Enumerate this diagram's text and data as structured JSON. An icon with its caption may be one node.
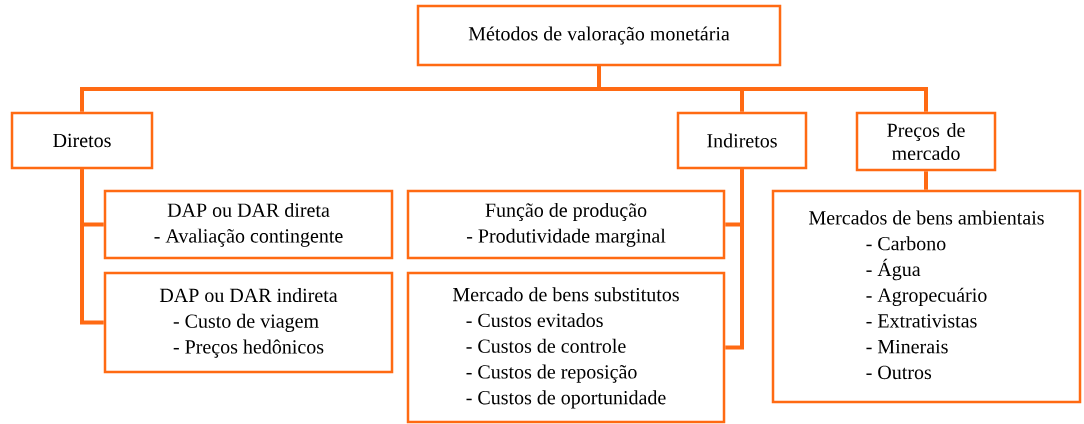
{
  "diagram": {
    "nodes": [
      {
        "text": [
          "Métodos de valoração monetária"
        ]
      },
      {
        "text": [
          "Diretos"
        ]
      },
      {
        "text": [
          "Indiretos"
        ]
      },
      {
        "text": [
          "Preços de mercado"
        ]
      },
      {
        "text": [
          "DAP ou DAR direta",
          "- Avaliação contingente"
        ]
      },
      {
        "text": [
          "DAP ou DAR indireta",
          "- Custo de viagem",
          "- Preços hedônicos"
        ]
      },
      {
        "text": [
          "Função de produção",
          "- Produtividade marginal"
        ]
      },
      {
        "text": [
          "Mercado de bens substitutos",
          "- Custos evitados",
          "- Custos de controle",
          "- Custos de reposição",
          "- Custos de oportunidade"
        ]
      },
      {
        "text": [
          "Mercados de bens ambientais",
          "- Carbono",
          "- Água",
          "- Agropecuário",
          "- Extrativistas",
          "- Minerais",
          "- Outros"
        ]
      }
    ],
    "edges": [
      {
        "from": 0,
        "to": 1,
        "arrow": "none"
      },
      {
        "from": 0,
        "to": 2,
        "arrow": "none"
      },
      {
        "from": 0,
        "to": 3,
        "arrow": "none"
      },
      {
        "from": 1,
        "to": 4,
        "arrow": "none"
      },
      {
        "from": 1,
        "to": 5,
        "arrow": "none"
      },
      {
        "from": 2,
        "to": 6,
        "arrow": "none"
      },
      {
        "from": 2,
        "to": 7,
        "arrow": "none"
      },
      {
        "from": 3,
        "to": 8,
        "arrow": "none"
      }
    ]
  }
}
